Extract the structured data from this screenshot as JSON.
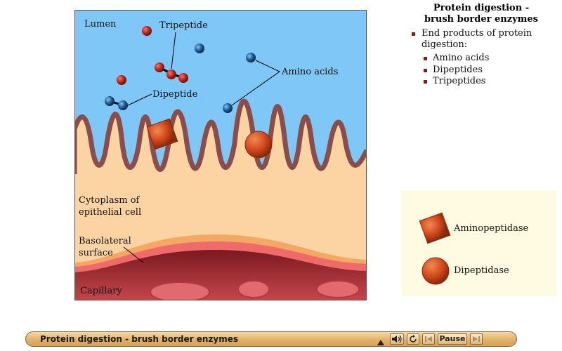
{
  "diagram": {
    "labels": {
      "lumen": "Lumen",
      "tripeptide": "Tripeptide",
      "amino_acids": "Amino acids",
      "dipeptide": "Dipeptide",
      "cytoplasm_line1": "Cytoplasm of",
      "cytoplasm_line2": "epithelial cell",
      "basolateral_line1": "Basolateral",
      "basolateral_line2": "surface",
      "capillary": "Capillary"
    },
    "colors": {
      "lumen": "#7ec7f6",
      "cytoplasm": "#fcd4a4",
      "brush_border": "#8a4d4a",
      "capillary": "#a9343a",
      "red_molecule": "#c2271f",
      "blue_molecule": "#1f5f9c",
      "enzyme": "#d1471c"
    }
  },
  "panel": {
    "title_line1": "Protein digestion -",
    "title_line2": "brush border enzymes",
    "bullet": "End products of protein digestion:",
    "items": [
      "Amino acids",
      "Dipeptides",
      "Tripeptides"
    ]
  },
  "legend": {
    "aminopeptidase": "Aminopeptidase",
    "dipeptidase": "Dipeptidase"
  },
  "controls": {
    "title": "Protein digestion - brush border enzymes",
    "up_icon": "triangle-up",
    "sound_icon": "speaker",
    "replay_icon": "replay",
    "back_icon": "skip-back",
    "pause_label": "Pause",
    "forward_icon": "skip-forward"
  }
}
